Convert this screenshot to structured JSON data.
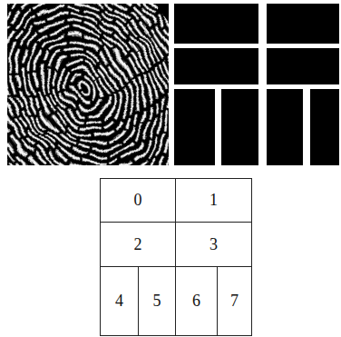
{
  "diagram": {
    "nodes": [
      {
        "text": [
          "0"
        ]
      },
      {
        "text": [
          "1"
        ]
      },
      {
        "text": [
          "2"
        ]
      },
      {
        "text": [
          "3"
        ]
      },
      {
        "text": [
          "4"
        ]
      },
      {
        "text": [
          "5"
        ]
      },
      {
        "text": [
          "6"
        ]
      },
      {
        "text": [
          "7"
        ]
      }
    ]
  }
}
